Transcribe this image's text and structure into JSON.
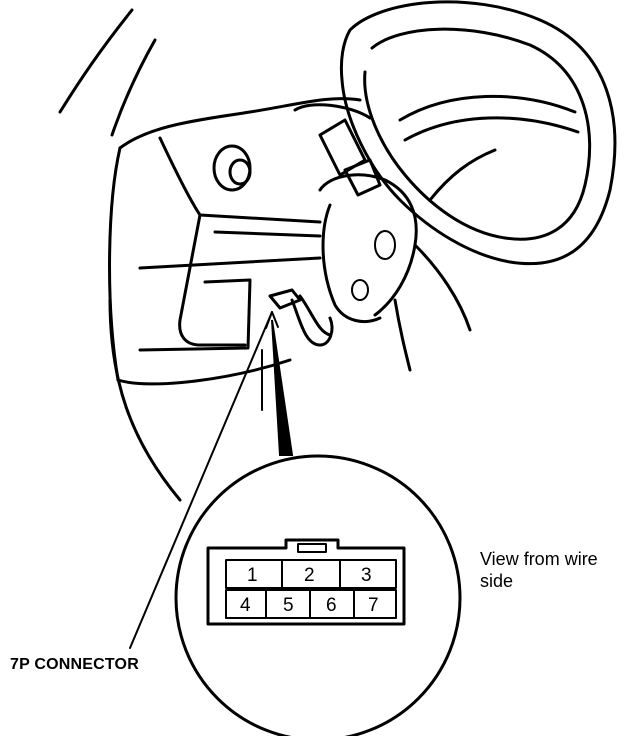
{
  "connector": {
    "name": "7P CONNECTOR",
    "view_note": "View from wire side",
    "pins": [
      "1",
      "2",
      "3",
      "4",
      "5",
      "6",
      "7"
    ]
  },
  "colors": {
    "ink": "#000000",
    "background": "#ffffff"
  }
}
